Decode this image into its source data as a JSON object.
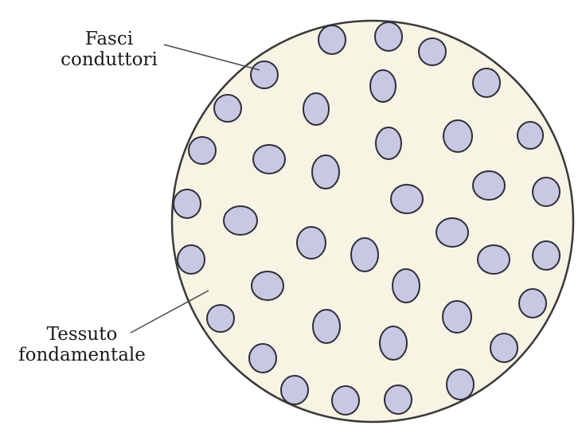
{
  "labels": {
    "vascular_bundles": [
      "Fasci",
      "conduttori"
    ],
    "ground_tissue": [
      "Tessuto",
      "fondamentale"
    ]
  },
  "colors": {
    "stem_fill": "#f7f4e4",
    "stem_outline": "#3a3a3a",
    "bundle_fill": "#c9c8e2",
    "bundle_outline": "#2e2e3a",
    "leader_line": "#4a4a4a"
  }
}
